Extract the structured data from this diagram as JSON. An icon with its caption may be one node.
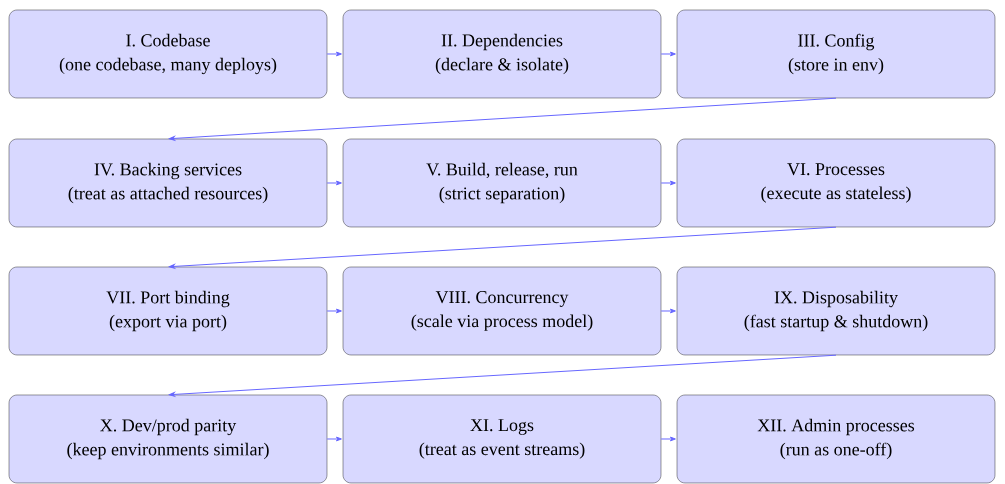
{
  "diagram": {
    "nodes": [
      {
        "text": [
          "I. Codebase",
          "(one codebase, many deploys)"
        ]
      },
      {
        "text": [
          "II. Dependencies",
          "(declare & isolate)"
        ]
      },
      {
        "text": [
          "III. Config",
          "(store in env)"
        ]
      },
      {
        "text": [
          "IV. Backing services",
          "(treat as attached resources)"
        ]
      },
      {
        "text": [
          "V. Build, release, run",
          "(strict separation)"
        ]
      },
      {
        "text": [
          "VI. Processes",
          "(execute as stateless)"
        ]
      },
      {
        "text": [
          "VII. Port binding",
          "(export via port)"
        ]
      },
      {
        "text": [
          "VIII. Concurrency",
          "(scale via process model)"
        ]
      },
      {
        "text": [
          "IX. Disposability",
          "(fast startup & shutdown)"
        ]
      },
      {
        "text": [
          "X. Dev/prod parity",
          "(keep environments similar)"
        ]
      },
      {
        "text": [
          "XI. Logs",
          "(treat as event streams)"
        ]
      },
      {
        "text": [
          "XII. Admin processes",
          "(run as one-off)"
        ]
      }
    ],
    "edges": [
      {
        "from": 0,
        "to": 1,
        "arrow": "to"
      },
      {
        "from": 1,
        "to": 2,
        "arrow": "to"
      },
      {
        "from": 2,
        "to": 3,
        "arrow": "to"
      },
      {
        "from": 3,
        "to": 4,
        "arrow": "to"
      },
      {
        "from": 4,
        "to": 5,
        "arrow": "to"
      },
      {
        "from": 5,
        "to": 6,
        "arrow": "to"
      },
      {
        "from": 6,
        "to": 7,
        "arrow": "to"
      },
      {
        "from": 7,
        "to": 8,
        "arrow": "to"
      },
      {
        "from": 8,
        "to": 9,
        "arrow": "to"
      },
      {
        "from": 9,
        "to": 10,
        "arrow": "to"
      },
      {
        "from": 10,
        "to": 11,
        "arrow": "to"
      }
    ]
  }
}
